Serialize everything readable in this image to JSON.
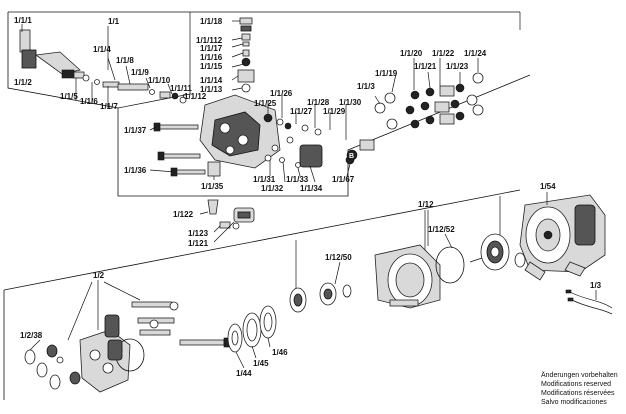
{
  "labels": {
    "l_1_1": "1/1/1",
    "l_1": "1/1",
    "l_1_2": "1/1/2",
    "l_1_4": "1/1/4",
    "l_1_8": "1/1/8",
    "l_1_9": "1/1/9",
    "l_1_10": "1/1/10",
    "l_1_11": "1/1/11",
    "l_1_12": "1/1/12",
    "l_1_5": "1/1/5",
    "l_1_6": "1/1/6",
    "l_1_7": "1/1/7",
    "l_1_18": "1/1/18",
    "l_1_112": "1/1/112",
    "l_1_17": "1/1/17",
    "l_1_16": "1/1/16",
    "l_1_15": "1/1/15",
    "l_1_14": "1/1/14",
    "l_1_13": "1/1/13",
    "l_1_26": "1/1/26",
    "l_1_25": "1/1/25",
    "l_1_27": "1/1/27",
    "l_1_28": "1/1/28",
    "l_1_29": "1/1/29",
    "l_1_30": "1/1/30",
    "l_1_3": "1/1/3",
    "l_1_19": "1/1/19",
    "l_1_20": "1/1/20",
    "l_1_21": "1/1/21",
    "l_1_22": "1/1/22",
    "l_1_23": "1/1/23",
    "l_1_24": "1/1/24",
    "l_1_37": "1/1/37",
    "l_1_36": "1/1/36",
    "l_1_35": "1/1/35",
    "l_1_31": "1/1/31",
    "l_1_32": "1/1/32",
    "l_1_33": "1/1/33",
    "l_1_34": "1/1/34",
    "l_1_67": "1/1/67",
    "B": "B",
    "l_122": "1/122",
    "l_123": "1/123",
    "l_121": "1/121",
    "l_12": "1/12",
    "l_12_52": "1/12/52",
    "l_12_50": "1/12/50",
    "l_54": "1/54",
    "l_2": "1/2",
    "l_2_38": "1/2/38",
    "l_3": "1/3",
    "l_44": "1/44",
    "l_45": "1/45",
    "l_46": "1/46"
  },
  "note": {
    "line1": "Änderungen vorbehalten",
    "line2": "Modifications reserved",
    "line3": "Modifications réservées",
    "line4": "Salvo modificaciones"
  }
}
